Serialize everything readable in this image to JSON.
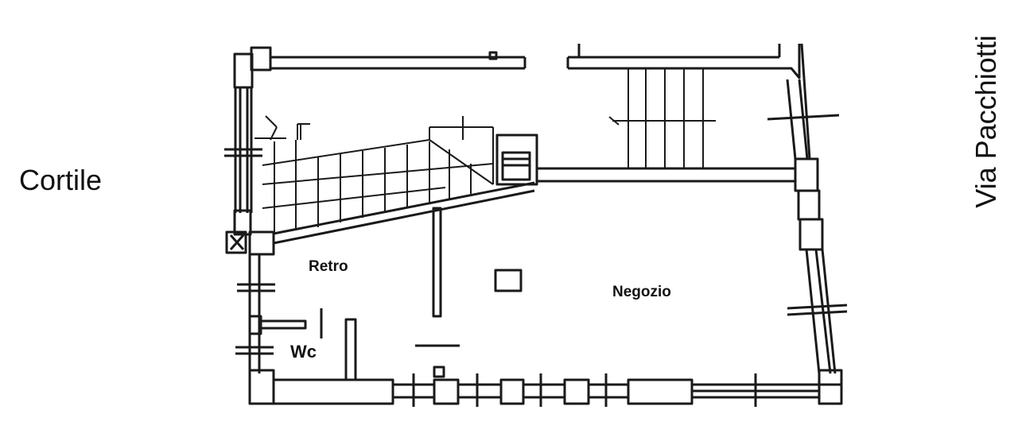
{
  "labels": {
    "courtyard": "Cortile",
    "back_room": "Retro",
    "shop": "Negozio",
    "toilet": "Wc",
    "street": "Via Pacchiotti"
  }
}
